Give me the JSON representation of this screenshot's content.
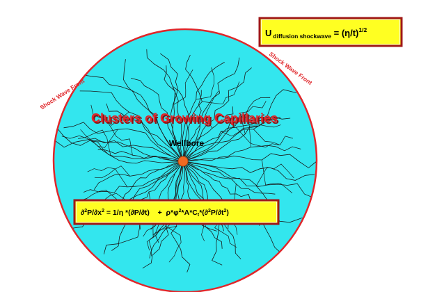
{
  "colors": {
    "disk_fill": "#33e6ee",
    "disk_border": "#e0262a",
    "label_red": "#e0262a",
    "title_shadow": "#8a1010",
    "box_fill": "#ffff22",
    "box_border": "#a01818",
    "wellbore_dot": "#f06a22",
    "capillary_line": "#1a1a1a"
  },
  "icons": {
    "wellbore_marker": "orange-dot"
  },
  "labels": {
    "shock_front_left": "Shock Wave Front",
    "shock_front_right": "Shock Wave Front",
    "title": "Clusters of Growing Capillaries",
    "wellbore": "Wellbore"
  },
  "velocity_box": {
    "prefix": "U",
    "subscript": "diffusion shockwave",
    "equals": " = (η/t)",
    "exponent": "1/2"
  },
  "equation_box": {
    "lhs_d2": "∂",
    "lhs_exp1": "2",
    "lhs_mid": "P/∂x",
    "lhs_exp2": "2",
    "term1": " = 1/η *(∂P/∂t)    +  ρ*φ",
    "term1_exp": "2",
    "term2": "*A*C",
    "term2_sub": "t",
    "term3": "*(∂",
    "term3_exp": "2",
    "term4": "P/∂t",
    "term4_exp": "2",
    "term5": ")"
  }
}
